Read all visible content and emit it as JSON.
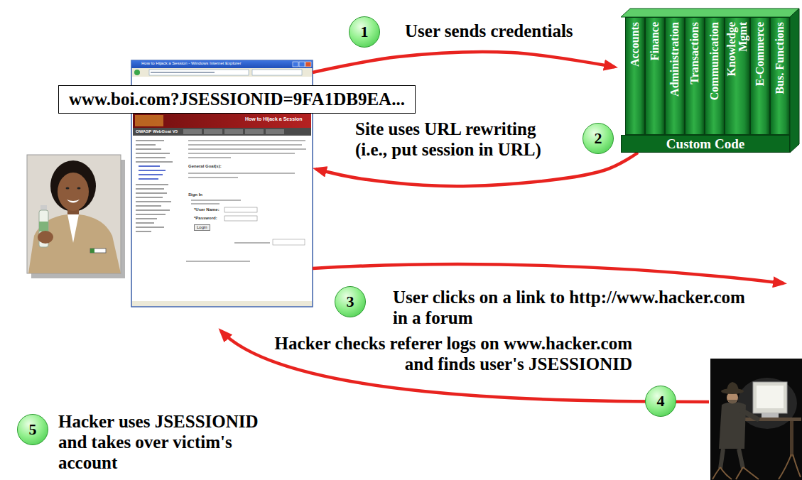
{
  "diagram": {
    "nodes": [
      {
        "text": [
          "1"
        ]
      },
      {
        "text": [
          "Custom Code"
        ]
      },
      {
        "text": [
          "Accounts"
        ],
        "in": 1
      },
      {
        "text": [
          "Finance"
        ],
        "in": 1
      },
      {
        "text": [
          "Administration"
        ],
        "in": 1
      },
      {
        "text": [
          "Transactions"
        ],
        "in": 1
      },
      {
        "text": [
          "Communication"
        ],
        "in": 1
      },
      {
        "text": [
          "Knowledge Mgmt"
        ],
        "in": 1
      },
      {
        "text": [
          "E-Commerce"
        ],
        "in": 1
      },
      {
        "text": [
          "Bus. Functions"
        ],
        "in": 1
      },
      {
        "text": [
          "How to Hijack a Session - Windows Internet Explorer",
          "How to Hijack a Session",
          "OWASP WebGoat V5",
          "General Goal(s):",
          "Sign In",
          "*User Name:",
          "*Password:",
          "Login"
        ]
      },
      {
        "text": [
          "www.boi.com?JSESSIONID=9FA1DB9EA..."
        ]
      },
      {
        "text": [
          "2"
        ]
      },
      {
        "text": [
          "3"
        ]
      },
      {
        "text": [
          "4"
        ]
      },
      {
        "text": [
          "5"
        ]
      }
    ],
    "edges": [
      {
        "from": 10,
        "to": 1,
        "arrow": "to"
      },
      {
        "from": 1,
        "to": 10,
        "arrow": "to"
      }
    ],
    "labels": [
      "User sends credentials",
      "Site uses URL rewriting (i.e., put session in URL)",
      "User clicks on a link to http://www.hacker.com in a forum",
      "Hacker checks referer logs on www.hacker.com and finds user's JSESSIONID",
      "Hacker uses JSESSIONID and takes over victim's account"
    ]
  }
}
